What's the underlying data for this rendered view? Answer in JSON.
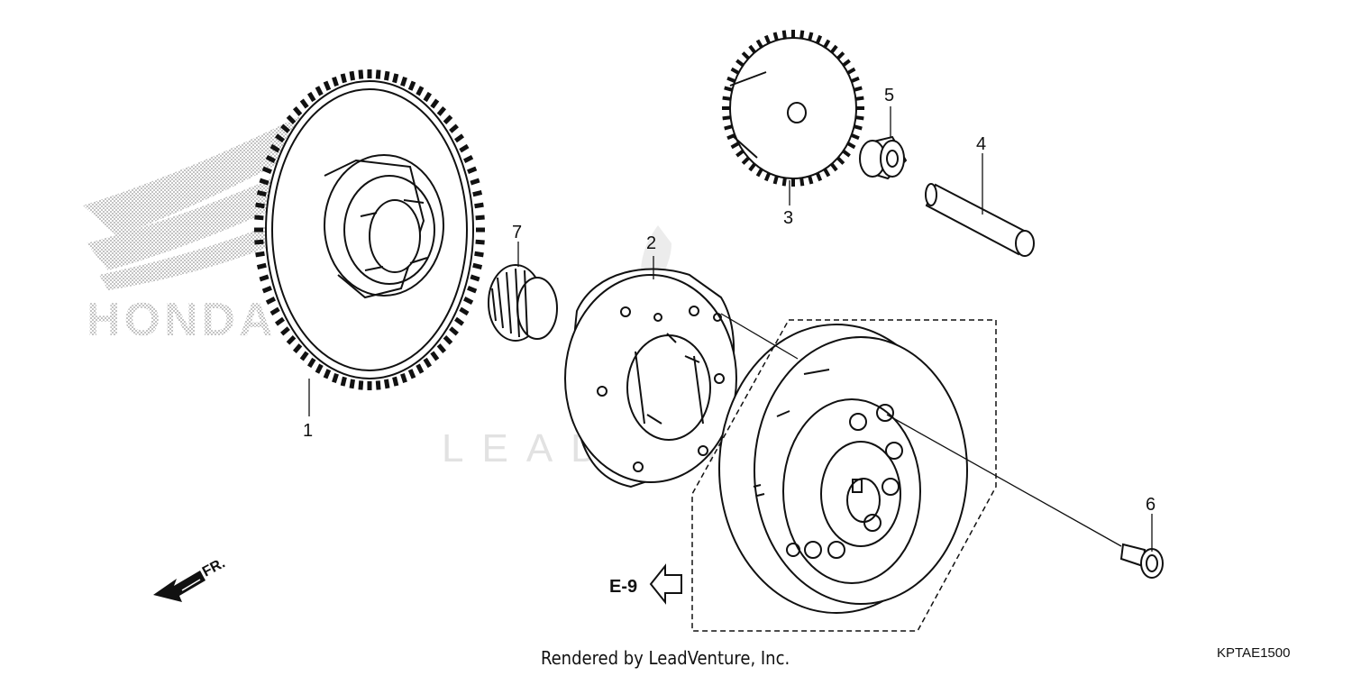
{
  "brand": {
    "logo_text": "HONDA",
    "watermark_text": "LEADVENTURE"
  },
  "callouts": [
    {
      "id": "1",
      "part": "starter-driven-gear"
    },
    {
      "id": "2",
      "part": "starting-clutch"
    },
    {
      "id": "3",
      "part": "reduction-gear"
    },
    {
      "id": "4",
      "part": "shaft"
    },
    {
      "id": "5",
      "part": "collar"
    },
    {
      "id": "6",
      "part": "bolt"
    },
    {
      "id": "7",
      "part": "needle-bearing"
    }
  ],
  "direction_marker": {
    "label": "FR."
  },
  "reference": {
    "label": "E-9"
  },
  "footer": {
    "rendered_by": "Rendered by LeadVenture, Inc.",
    "diagram_code": "KPTAE1500"
  }
}
